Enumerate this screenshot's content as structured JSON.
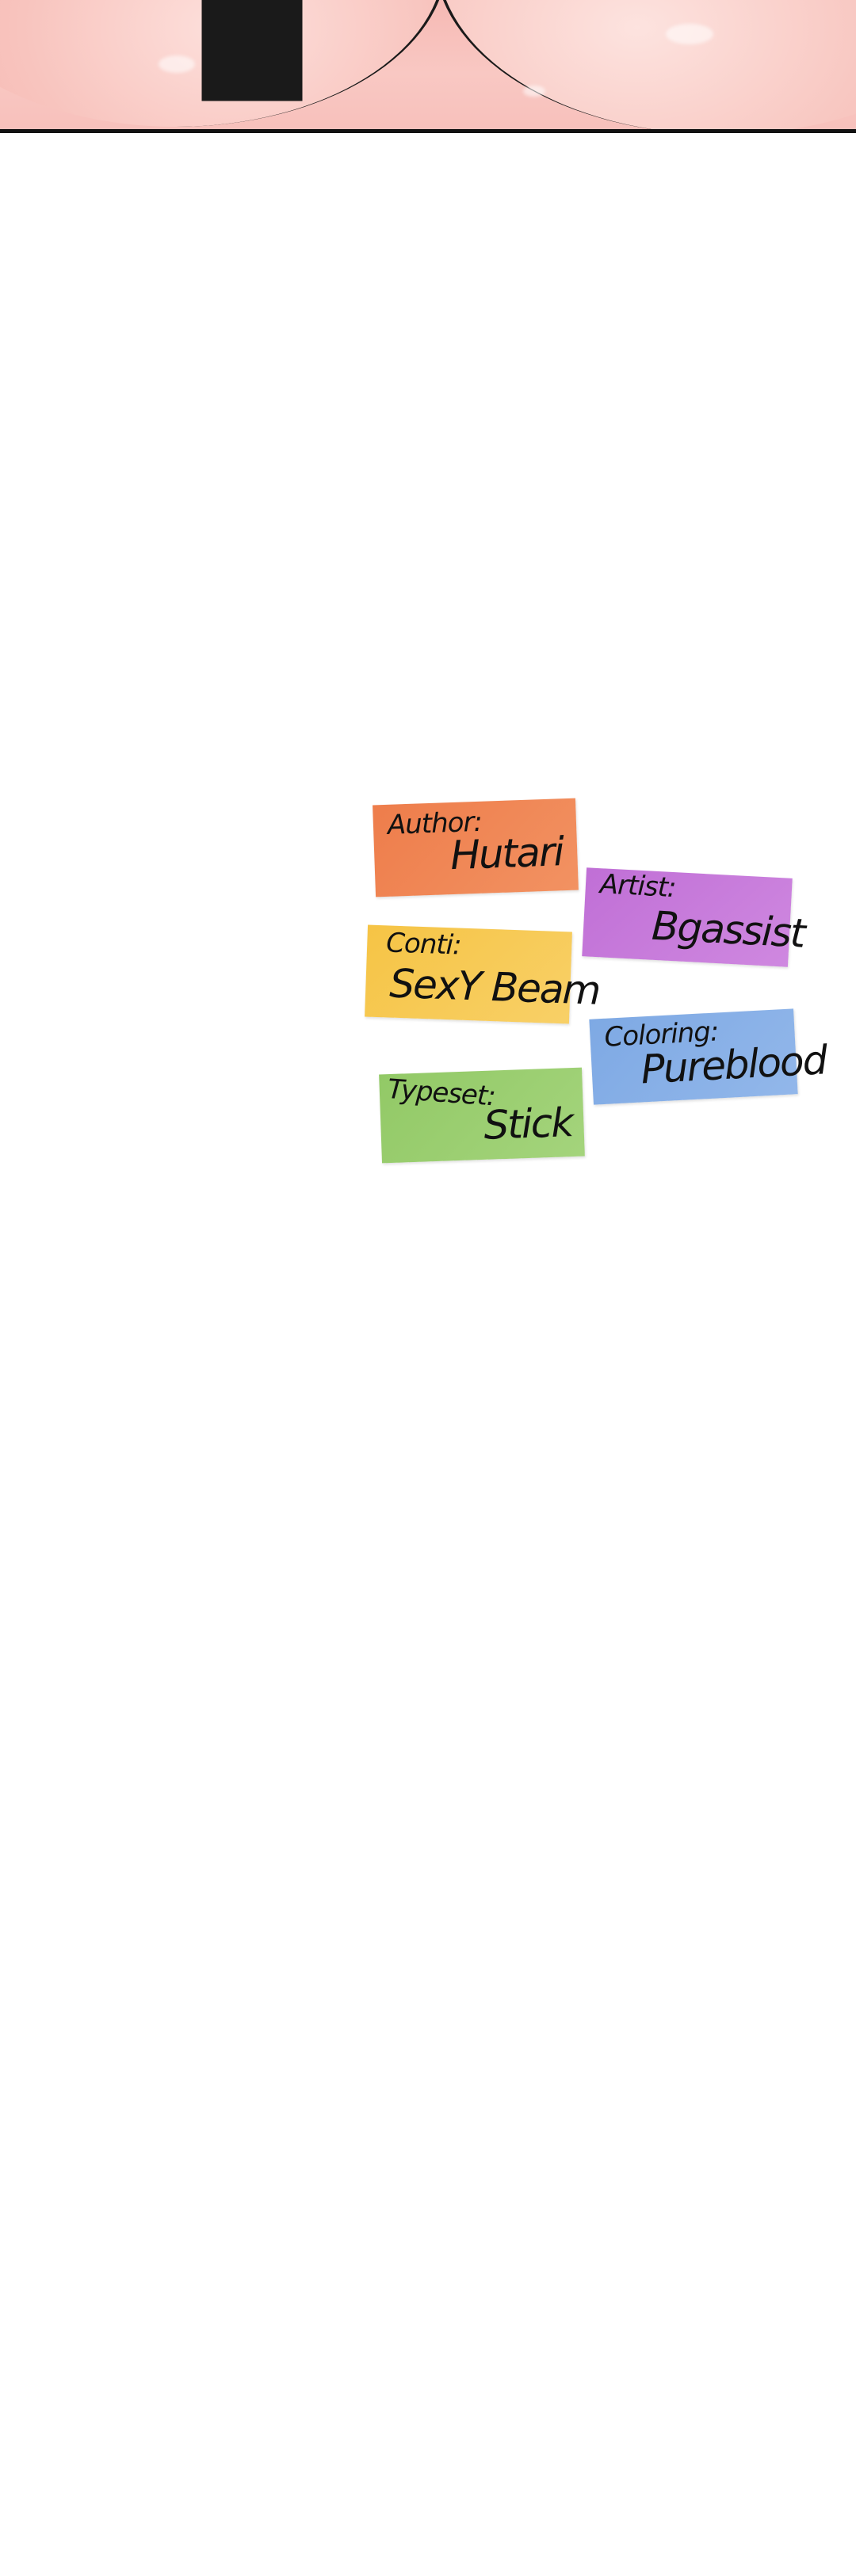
{
  "credits": {
    "author": {
      "role": "Author:",
      "name": "Hutari"
    },
    "artist": {
      "role": "Artist:",
      "name": "Bgassist"
    },
    "conti": {
      "role": "Conti:",
      "name": "SexY Beam"
    },
    "coloring": {
      "role": "Coloring:",
      "name": "Pureblood"
    },
    "typeset": {
      "role": "Typeset:",
      "name": "Stick"
    }
  },
  "colors": {
    "author_note": "#ee7d4b",
    "artist_note": "#c06fd6",
    "conti_note": "#f6c445",
    "coloring_note": "#7ea9e4",
    "typeset_note": "#92c966",
    "background": "#ffffff"
  }
}
